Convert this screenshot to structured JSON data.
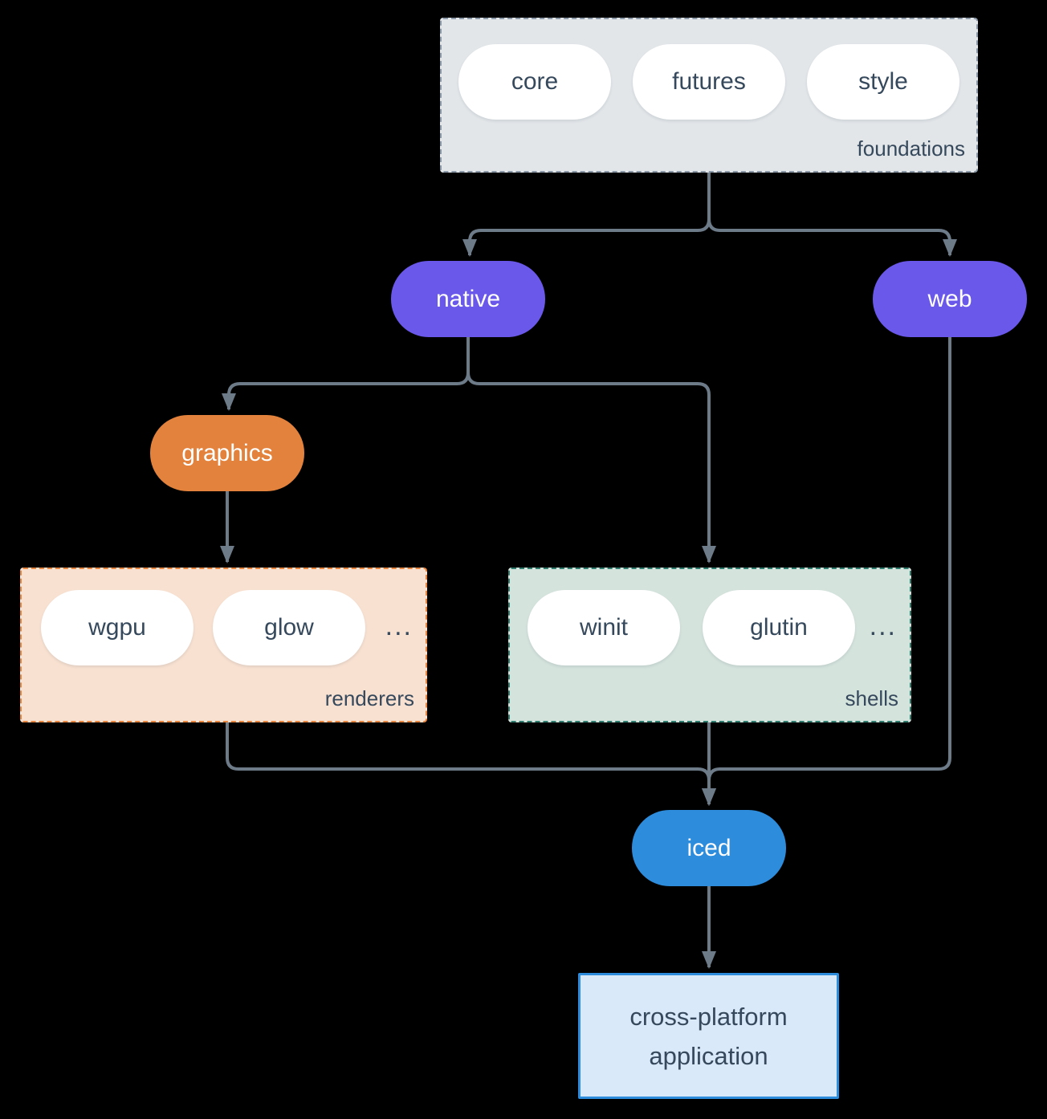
{
  "colors": {
    "bg": "#000000",
    "edge": "#6d7a88",
    "purple": "#6a58ea",
    "orange": "#e2823c",
    "blue": "#2d8cdc",
    "pill-bg": "#ffffff",
    "dark-text": "#36495c",
    "found-bg": "#e2e6e9",
    "found-border": "#8b99a9",
    "rend-bg": "#f8e1d1",
    "rend-border": "#e8853e",
    "shell-bg": "#d5e3dd",
    "shell-border": "#2e7d6e",
    "app-bg": "#d9e9f9",
    "app-border": "#2d8cdc"
  },
  "groups": {
    "foundations": {
      "label": "foundations",
      "items": [
        "core",
        "futures",
        "style"
      ]
    },
    "renderers": {
      "label": "renderers",
      "items": [
        "wgpu",
        "glow"
      ],
      "ellipsis": "..."
    },
    "shells": {
      "label": "shells",
      "items": [
        "winit",
        "glutin"
      ],
      "ellipsis": "..."
    }
  },
  "nodes": {
    "native": {
      "label": "native"
    },
    "web": {
      "label": "web"
    },
    "graphics": {
      "label": "graphics"
    },
    "iced": {
      "label": "iced"
    },
    "application": {
      "label": "cross-platform application",
      "line1": "cross-platform",
      "line2": "application"
    }
  },
  "edges": [
    {
      "from": "foundations",
      "to": "native"
    },
    {
      "from": "foundations",
      "to": "web"
    },
    {
      "from": "native",
      "to": "graphics"
    },
    {
      "from": "native",
      "to": "shells"
    },
    {
      "from": "graphics",
      "to": "renderers"
    },
    {
      "from": "renderers",
      "to": "iced"
    },
    {
      "from": "shells",
      "to": "iced"
    },
    {
      "from": "web",
      "to": "iced"
    },
    {
      "from": "iced",
      "to": "application"
    }
  ]
}
